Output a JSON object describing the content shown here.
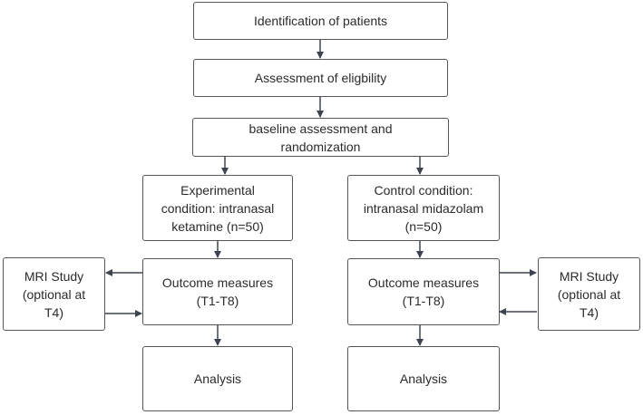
{
  "nodes": {
    "identification": "Identification of patients",
    "eligibility": "Assessment of eligbility",
    "baseline_line1": "baseline assessment and",
    "baseline_line2": "randomization",
    "experimental_line1": "Experimental",
    "experimental_line2": "condition: intranasal",
    "experimental_line3": "ketamine (n=50)",
    "control_line1": "Control condition:",
    "control_line2": "intranasal midazolam",
    "control_line3": "(n=50)",
    "mri_left_line1": "MRI Study",
    "mri_left_line2": "(optional at",
    "mri_left_line3": "T4)",
    "outcome_left_line1": "Outcome measures",
    "outcome_left_line2": "(T1-T8)",
    "outcome_right_line1": "Outcome measures",
    "outcome_right_line2": "(T1-T8)",
    "mri_right_line1": "MRI Study",
    "mri_right_line2": "(optional at",
    "mri_right_line3": "T4)",
    "analysis_left": "Analysis",
    "analysis_right": "Analysis"
  },
  "colors": {
    "border": "#555555",
    "arrow": "#3d4450",
    "text": "#2b2b2b"
  }
}
